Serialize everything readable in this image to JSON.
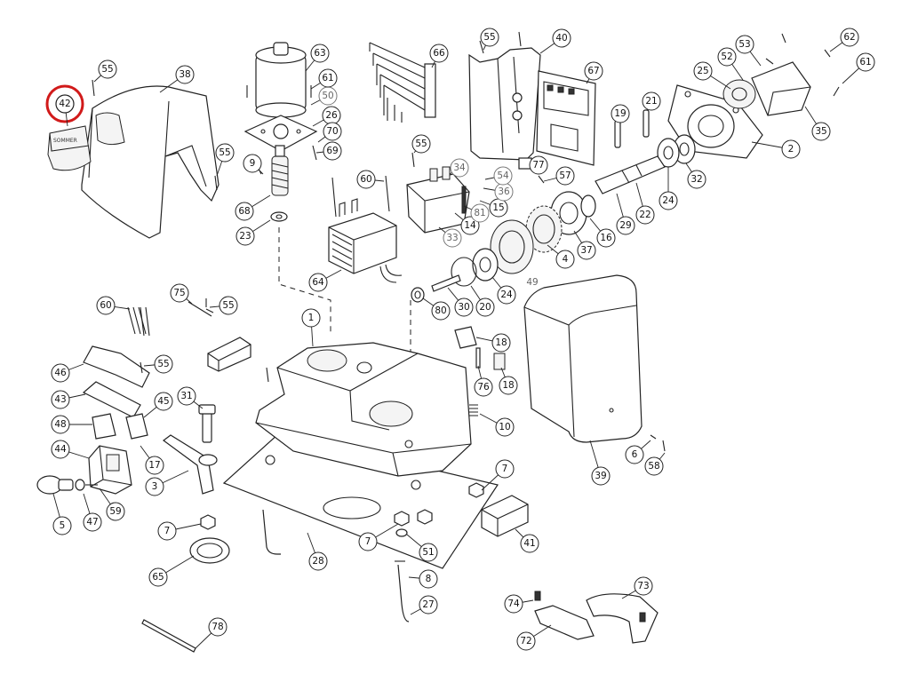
{
  "colors": {
    "line": "#222222",
    "highlight": "#d11a1a",
    "background": "#ffffff"
  },
  "highlight": {
    "part": "42"
  },
  "part_logo": "SOMMER",
  "callouts": [
    {
      "id": "c1",
      "label": "1"
    },
    {
      "id": "c2",
      "label": "2"
    },
    {
      "id": "c3",
      "label": "3"
    },
    {
      "id": "c4",
      "label": "4"
    },
    {
      "id": "c5",
      "label": "5"
    },
    {
      "id": "c6",
      "label": "6"
    },
    {
      "id": "c7a",
      "label": "7"
    },
    {
      "id": "c7b",
      "label": "7"
    },
    {
      "id": "c7c",
      "label": "7"
    },
    {
      "id": "c8",
      "label": "8"
    },
    {
      "id": "c9",
      "label": "9"
    },
    {
      "id": "c10",
      "label": "10"
    },
    {
      "id": "c14",
      "label": "14"
    },
    {
      "id": "c15",
      "label": "15"
    },
    {
      "id": "c16",
      "label": "16"
    },
    {
      "id": "c17",
      "label": "17"
    },
    {
      "id": "c18a",
      "label": "18"
    },
    {
      "id": "c18b",
      "label": "18"
    },
    {
      "id": "c19",
      "label": "19"
    },
    {
      "id": "c20",
      "label": "20"
    },
    {
      "id": "c21",
      "label": "21"
    },
    {
      "id": "c22",
      "label": "22"
    },
    {
      "id": "c23",
      "label": "23"
    },
    {
      "id": "c24a",
      "label": "24"
    },
    {
      "id": "c24b",
      "label": "24"
    },
    {
      "id": "c25",
      "label": "25"
    },
    {
      "id": "c26",
      "label": "26"
    },
    {
      "id": "c27",
      "label": "27"
    },
    {
      "id": "c28",
      "label": "28"
    },
    {
      "id": "c29",
      "label": "29"
    },
    {
      "id": "c30",
      "label": "30"
    },
    {
      "id": "c31",
      "label": "31"
    },
    {
      "id": "c32",
      "label": "32"
    },
    {
      "id": "c33",
      "label": "33"
    },
    {
      "id": "c34",
      "label": "34"
    },
    {
      "id": "c35",
      "label": "35"
    },
    {
      "id": "c36",
      "label": "36"
    },
    {
      "id": "c37",
      "label": "37"
    },
    {
      "id": "c38",
      "label": "38"
    },
    {
      "id": "c39",
      "label": "39"
    },
    {
      "id": "c40",
      "label": "40"
    },
    {
      "id": "c41",
      "label": "41"
    },
    {
      "id": "c42",
      "label": "42"
    },
    {
      "id": "c43",
      "label": "43"
    },
    {
      "id": "c44",
      "label": "44"
    },
    {
      "id": "c45",
      "label": "45"
    },
    {
      "id": "c46",
      "label": "46"
    },
    {
      "id": "c47",
      "label": "47"
    },
    {
      "id": "c48",
      "label": "48"
    },
    {
      "id": "c49",
      "label": "49"
    },
    {
      "id": "c50",
      "label": "50"
    },
    {
      "id": "c51",
      "label": "51"
    },
    {
      "id": "c52",
      "label": "52"
    },
    {
      "id": "c53",
      "label": "53"
    },
    {
      "id": "c54",
      "label": "54"
    },
    {
      "id": "c55a",
      "label": "55"
    },
    {
      "id": "c55b",
      "label": "55"
    },
    {
      "id": "c55c",
      "label": "55"
    },
    {
      "id": "c55d",
      "label": "55"
    },
    {
      "id": "c55e",
      "label": "55"
    },
    {
      "id": "c55f",
      "label": "55"
    },
    {
      "id": "c57",
      "label": "57"
    },
    {
      "id": "c58",
      "label": "58"
    },
    {
      "id": "c59",
      "label": "59"
    },
    {
      "id": "c60a",
      "label": "60"
    },
    {
      "id": "c60b",
      "label": "60"
    },
    {
      "id": "c61a",
      "label": "61"
    },
    {
      "id": "c61b",
      "label": "61"
    },
    {
      "id": "c62",
      "label": "62"
    },
    {
      "id": "c63",
      "label": "63"
    },
    {
      "id": "c64",
      "label": "64"
    },
    {
      "id": "c65",
      "label": "65"
    },
    {
      "id": "c66",
      "label": "66"
    },
    {
      "id": "c67",
      "label": "67"
    },
    {
      "id": "c68",
      "label": "68"
    },
    {
      "id": "c69",
      "label": "69"
    },
    {
      "id": "c70",
      "label": "70"
    },
    {
      "id": "c72",
      "label": "72"
    },
    {
      "id": "c73",
      "label": "73"
    },
    {
      "id": "c74",
      "label": "74"
    },
    {
      "id": "c75",
      "label": "75"
    },
    {
      "id": "c76",
      "label": "76"
    },
    {
      "id": "c77",
      "label": "77"
    },
    {
      "id": "c78",
      "label": "78"
    },
    {
      "id": "c80",
      "label": "80"
    },
    {
      "id": "c81",
      "label": "81"
    }
  ]
}
